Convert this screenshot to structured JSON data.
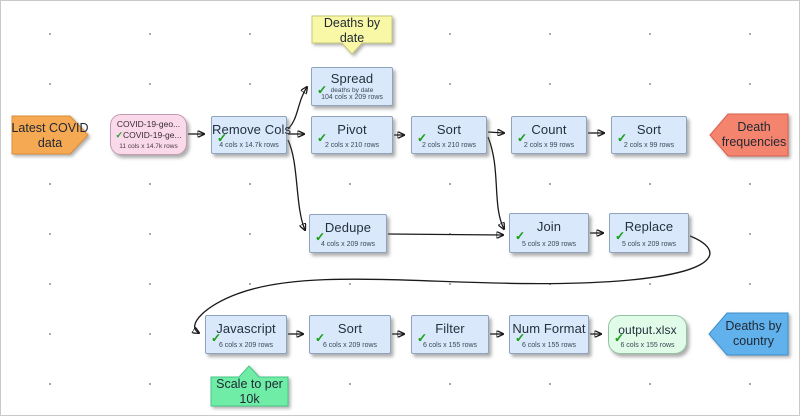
{
  "icons": {
    "check": "✓"
  },
  "colors": {
    "node_fill": "#d9e9fb",
    "node_border": "#8fa3bc",
    "source_fill": "#f9d9ea",
    "output_fill": "#e1fbe9",
    "check_green": "#21a121",
    "input_label_fill": "#f6a953",
    "input_label_border": "#d98e3a",
    "death_freq_fill": "#f5846f",
    "death_freq_border": "#d95f4d",
    "deaths_country_fill": "#61b2ec",
    "deaths_country_border": "#3f8fcc",
    "note_yellow_fill": "#f8f8a6",
    "note_yellow_border": "#c9c978",
    "note_green_fill": "#6feda7",
    "note_green_border": "#47c585"
  },
  "labels": {
    "input": {
      "text": "Latest COVID data"
    },
    "death_frequencies": {
      "text": "Death frequencies"
    },
    "deaths_by_country": {
      "text": "Deaths by country"
    }
  },
  "notes": {
    "deaths_by_date": {
      "text": "Deaths by date"
    },
    "scale": {
      "text": "Scale to per 10k"
    }
  },
  "nodes": {
    "source": {
      "line1": "COVID-19-geo...",
      "line2": "COVID-19-ge...",
      "stats": "11 cols x 14.7k rows"
    },
    "remove_cols": {
      "title": "Remove Cols",
      "stats": "4 cols x 14.7k rows"
    },
    "spread": {
      "title": "Spread",
      "sub": "deaths by date",
      "stats": "104 cols x 209 rows"
    },
    "pivot": {
      "title": "Pivot",
      "stats": "2 cols x 210 rows"
    },
    "sort1": {
      "title": "Sort",
      "stats": "2 cols x 210 rows"
    },
    "count": {
      "title": "Count",
      "stats": "2 cols x 99 rows"
    },
    "sort2": {
      "title": "Sort",
      "stats": "2 cols x 99 rows"
    },
    "dedupe": {
      "title": "Dedupe",
      "stats": "4 cols x 209 rows"
    },
    "join": {
      "title": "Join",
      "stats": "5 cols x 209 rows"
    },
    "replace": {
      "title": "Replace",
      "stats": "5 cols x 209 rows"
    },
    "javascript": {
      "title": "Javascript",
      "stats": "6 cols x 209 rows"
    },
    "sort3": {
      "title": "Sort",
      "stats": "6 cols x 209 rows"
    },
    "filter": {
      "title": "Filter",
      "stats": "6 cols x 155 rows"
    },
    "num_format": {
      "title": "Num Format",
      "stats": "6 cols x 155 rows"
    },
    "output": {
      "title": "output.xlsx",
      "stats": "6 cols x 155 rows"
    }
  }
}
